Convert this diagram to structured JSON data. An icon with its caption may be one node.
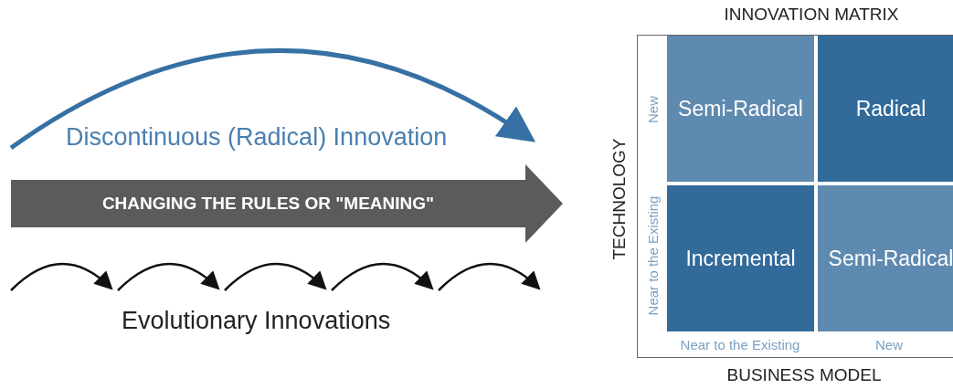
{
  "diagram": {
    "nodes": [
      {
        "text": [
          "CHANGING THE RULES OR \"MEANING\""
        ]
      },
      {
        "text": [
          "INNOVATION MATRIX"
        ]
      },
      {
        "text": [
          "Semi-Radical"
        ],
        "in": 1
      },
      {
        "text": [
          "Radical"
        ],
        "in": 1
      },
      {
        "text": [
          "Incremental"
        ],
        "in": 1
      },
      {
        "text": [
          "Semi-Radical"
        ],
        "in": 1
      }
    ],
    "labels": [
      "Discontinuous (Radical) Innovation",
      "Evolutionary Innovations",
      "TECHNOLOGY",
      "New",
      "Near to the Existing",
      "Near to the Existing",
      "New",
      "BUSINESS MODEL"
    ]
  }
}
